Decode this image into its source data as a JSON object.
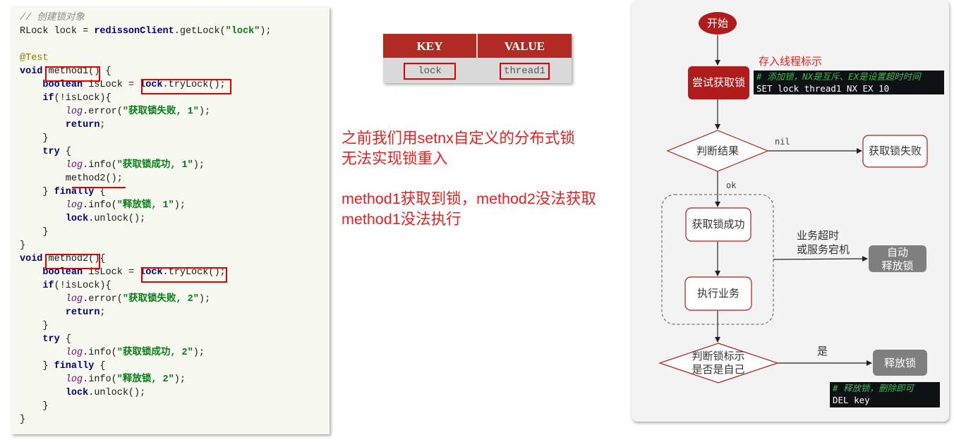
{
  "code": {
    "lines": [
      {
        "t": "comment",
        "text": "// 创建锁对象"
      },
      {
        "t": "mixed",
        "parts": [
          [
            "",
            "RLock lock = "
          ],
          [
            "fn",
            "redissonClient"
          ],
          [
            "",
            ".getLock("
          ],
          [
            "st",
            "\"lock\""
          ],
          [
            "",
            ");"
          ]
        ]
      },
      {
        "t": "blank",
        "text": ""
      },
      {
        "t": "mixed",
        "parts": [
          [
            "an",
            "@Test"
          ]
        ]
      },
      {
        "t": "mixed",
        "parts": [
          [
            "kw",
            "void "
          ],
          [
            "",
            "method1() {"
          ]
        ]
      },
      {
        "t": "mixed",
        "parts": [
          [
            "",
            "    "
          ],
          [
            "kw",
            "boolean "
          ],
          [
            "",
            "isLock = "
          ],
          [
            "fn",
            "lock"
          ],
          [
            "",
            ".tryLock();"
          ]
        ]
      },
      {
        "t": "mixed",
        "parts": [
          [
            "",
            "    "
          ],
          [
            "kw",
            "if"
          ],
          [
            "",
            "(!isLock){"
          ]
        ]
      },
      {
        "t": "mixed",
        "parts": [
          [
            "",
            "        "
          ],
          [
            "lg",
            "log"
          ],
          [
            "",
            ".error("
          ],
          [
            "st",
            "\"获取锁失败, 1\""
          ],
          [
            "",
            ");"
          ]
        ]
      },
      {
        "t": "mixed",
        "parts": [
          [
            "",
            "        "
          ],
          [
            "kw",
            "return"
          ],
          [
            "",
            ";"
          ]
        ]
      },
      {
        "t": "mixed",
        "parts": [
          [
            "",
            "    }"
          ]
        ]
      },
      {
        "t": "mixed",
        "parts": [
          [
            "",
            "    "
          ],
          [
            "kw",
            "try "
          ],
          [
            "",
            "{"
          ]
        ]
      },
      {
        "t": "mixed",
        "parts": [
          [
            "",
            "        "
          ],
          [
            "lg",
            "log"
          ],
          [
            "",
            ".info("
          ],
          [
            "st",
            "\"获取锁成功, 1\""
          ],
          [
            "",
            ");"
          ]
        ]
      },
      {
        "t": "mixed",
        "parts": [
          [
            "",
            "        method2();"
          ]
        ]
      },
      {
        "t": "mixed",
        "parts": [
          [
            "",
            "    } "
          ],
          [
            "kw",
            "finally "
          ],
          [
            "",
            "{"
          ]
        ]
      },
      {
        "t": "mixed",
        "parts": [
          [
            "",
            "        "
          ],
          [
            "lg",
            "log"
          ],
          [
            "",
            ".info("
          ],
          [
            "st",
            "\"释放锁, 1\""
          ],
          [
            "",
            ");"
          ]
        ]
      },
      {
        "t": "mixed",
        "parts": [
          [
            "",
            "        "
          ],
          [
            "fn",
            "lock"
          ],
          [
            "",
            ".unlock();"
          ]
        ]
      },
      {
        "t": "mixed",
        "parts": [
          [
            "",
            "    }"
          ]
        ]
      },
      {
        "t": "mixed",
        "parts": [
          [
            "",
            "}"
          ]
        ]
      },
      {
        "t": "mixed",
        "parts": [
          [
            "kw",
            "void "
          ],
          [
            "",
            "method2(){"
          ]
        ]
      },
      {
        "t": "mixed",
        "parts": [
          [
            "",
            "    "
          ],
          [
            "kw",
            "boolean "
          ],
          [
            "",
            "isLock = "
          ],
          [
            "fn",
            "lock"
          ],
          [
            "",
            ".tryLock();"
          ]
        ]
      },
      {
        "t": "mixed",
        "parts": [
          [
            "",
            "    "
          ],
          [
            "kw",
            "if"
          ],
          [
            "",
            "(!isLock){"
          ]
        ]
      },
      {
        "t": "mixed",
        "parts": [
          [
            "",
            "        "
          ],
          [
            "lg",
            "log"
          ],
          [
            "",
            ".error("
          ],
          [
            "st",
            "\"获取锁失败, 2\""
          ],
          [
            "",
            ");"
          ]
        ]
      },
      {
        "t": "mixed",
        "parts": [
          [
            "",
            "        "
          ],
          [
            "kw",
            "return"
          ],
          [
            "",
            ";"
          ]
        ]
      },
      {
        "t": "mixed",
        "parts": [
          [
            "",
            "    }"
          ]
        ]
      },
      {
        "t": "mixed",
        "parts": [
          [
            "",
            "    "
          ],
          [
            "kw",
            "try "
          ],
          [
            "",
            "{"
          ]
        ]
      },
      {
        "t": "mixed",
        "parts": [
          [
            "",
            "        "
          ],
          [
            "lg",
            "log"
          ],
          [
            "",
            ".info("
          ],
          [
            "st",
            "\"获取锁成功, 2\""
          ],
          [
            "",
            ");"
          ]
        ]
      },
      {
        "t": "mixed",
        "parts": [
          [
            "",
            "    } "
          ],
          [
            "kw",
            "finally "
          ],
          [
            "",
            "{"
          ]
        ]
      },
      {
        "t": "mixed",
        "parts": [
          [
            "",
            "        "
          ],
          [
            "lg",
            "log"
          ],
          [
            "",
            ".info("
          ],
          [
            "st",
            "\"释放锁, 2\""
          ],
          [
            "",
            ");"
          ]
        ]
      },
      {
        "t": "mixed",
        "parts": [
          [
            "",
            "        "
          ],
          [
            "fn",
            "lock"
          ],
          [
            "",
            ".unlock();"
          ]
        ]
      },
      {
        "t": "mixed",
        "parts": [
          [
            "",
            "    }"
          ]
        ]
      },
      {
        "t": "mixed",
        "parts": [
          [
            "",
            "}"
          ]
        ]
      }
    ]
  },
  "table": {
    "key_header": "KEY",
    "value_header": "VALUE",
    "key": "lock",
    "value": "thread1"
  },
  "notes": {
    "line1": "之前我们用setnx自定义的分布式锁",
    "line2": "无法实现锁重入",
    "line3": "method1获取到锁，method2没法获取",
    "line4": "method1没法执行"
  },
  "flow": {
    "start": "开始",
    "store_label": "存入线程标示",
    "try_lock": "尝试获取锁",
    "set_comment": "# 添加锁，NX是互斥、EX是设置超时时间",
    "set_cmd": "SET lock thread1 NX EX 10",
    "judge": "判断结果",
    "nil_label": "nil",
    "fail": "获取锁失败",
    "ok_label": "ok",
    "success": "获取锁成功",
    "timeout_1": "业务超时",
    "timeout_2": "或服务宕机",
    "auto_release_1": "自动",
    "auto_release_2": "释放锁",
    "exec": "执行业务",
    "judge_own_1": "判断锁标示",
    "judge_own_2": "是否是自己",
    "yes_label": "是",
    "release": "释放锁",
    "del_comment": "# 释放锁，删除即可",
    "del_cmd": "DEL key"
  },
  "colors": {
    "accent_red": "#b01c1c",
    "gray_box": "#7f7f7f",
    "note_red": "#e8201f"
  }
}
